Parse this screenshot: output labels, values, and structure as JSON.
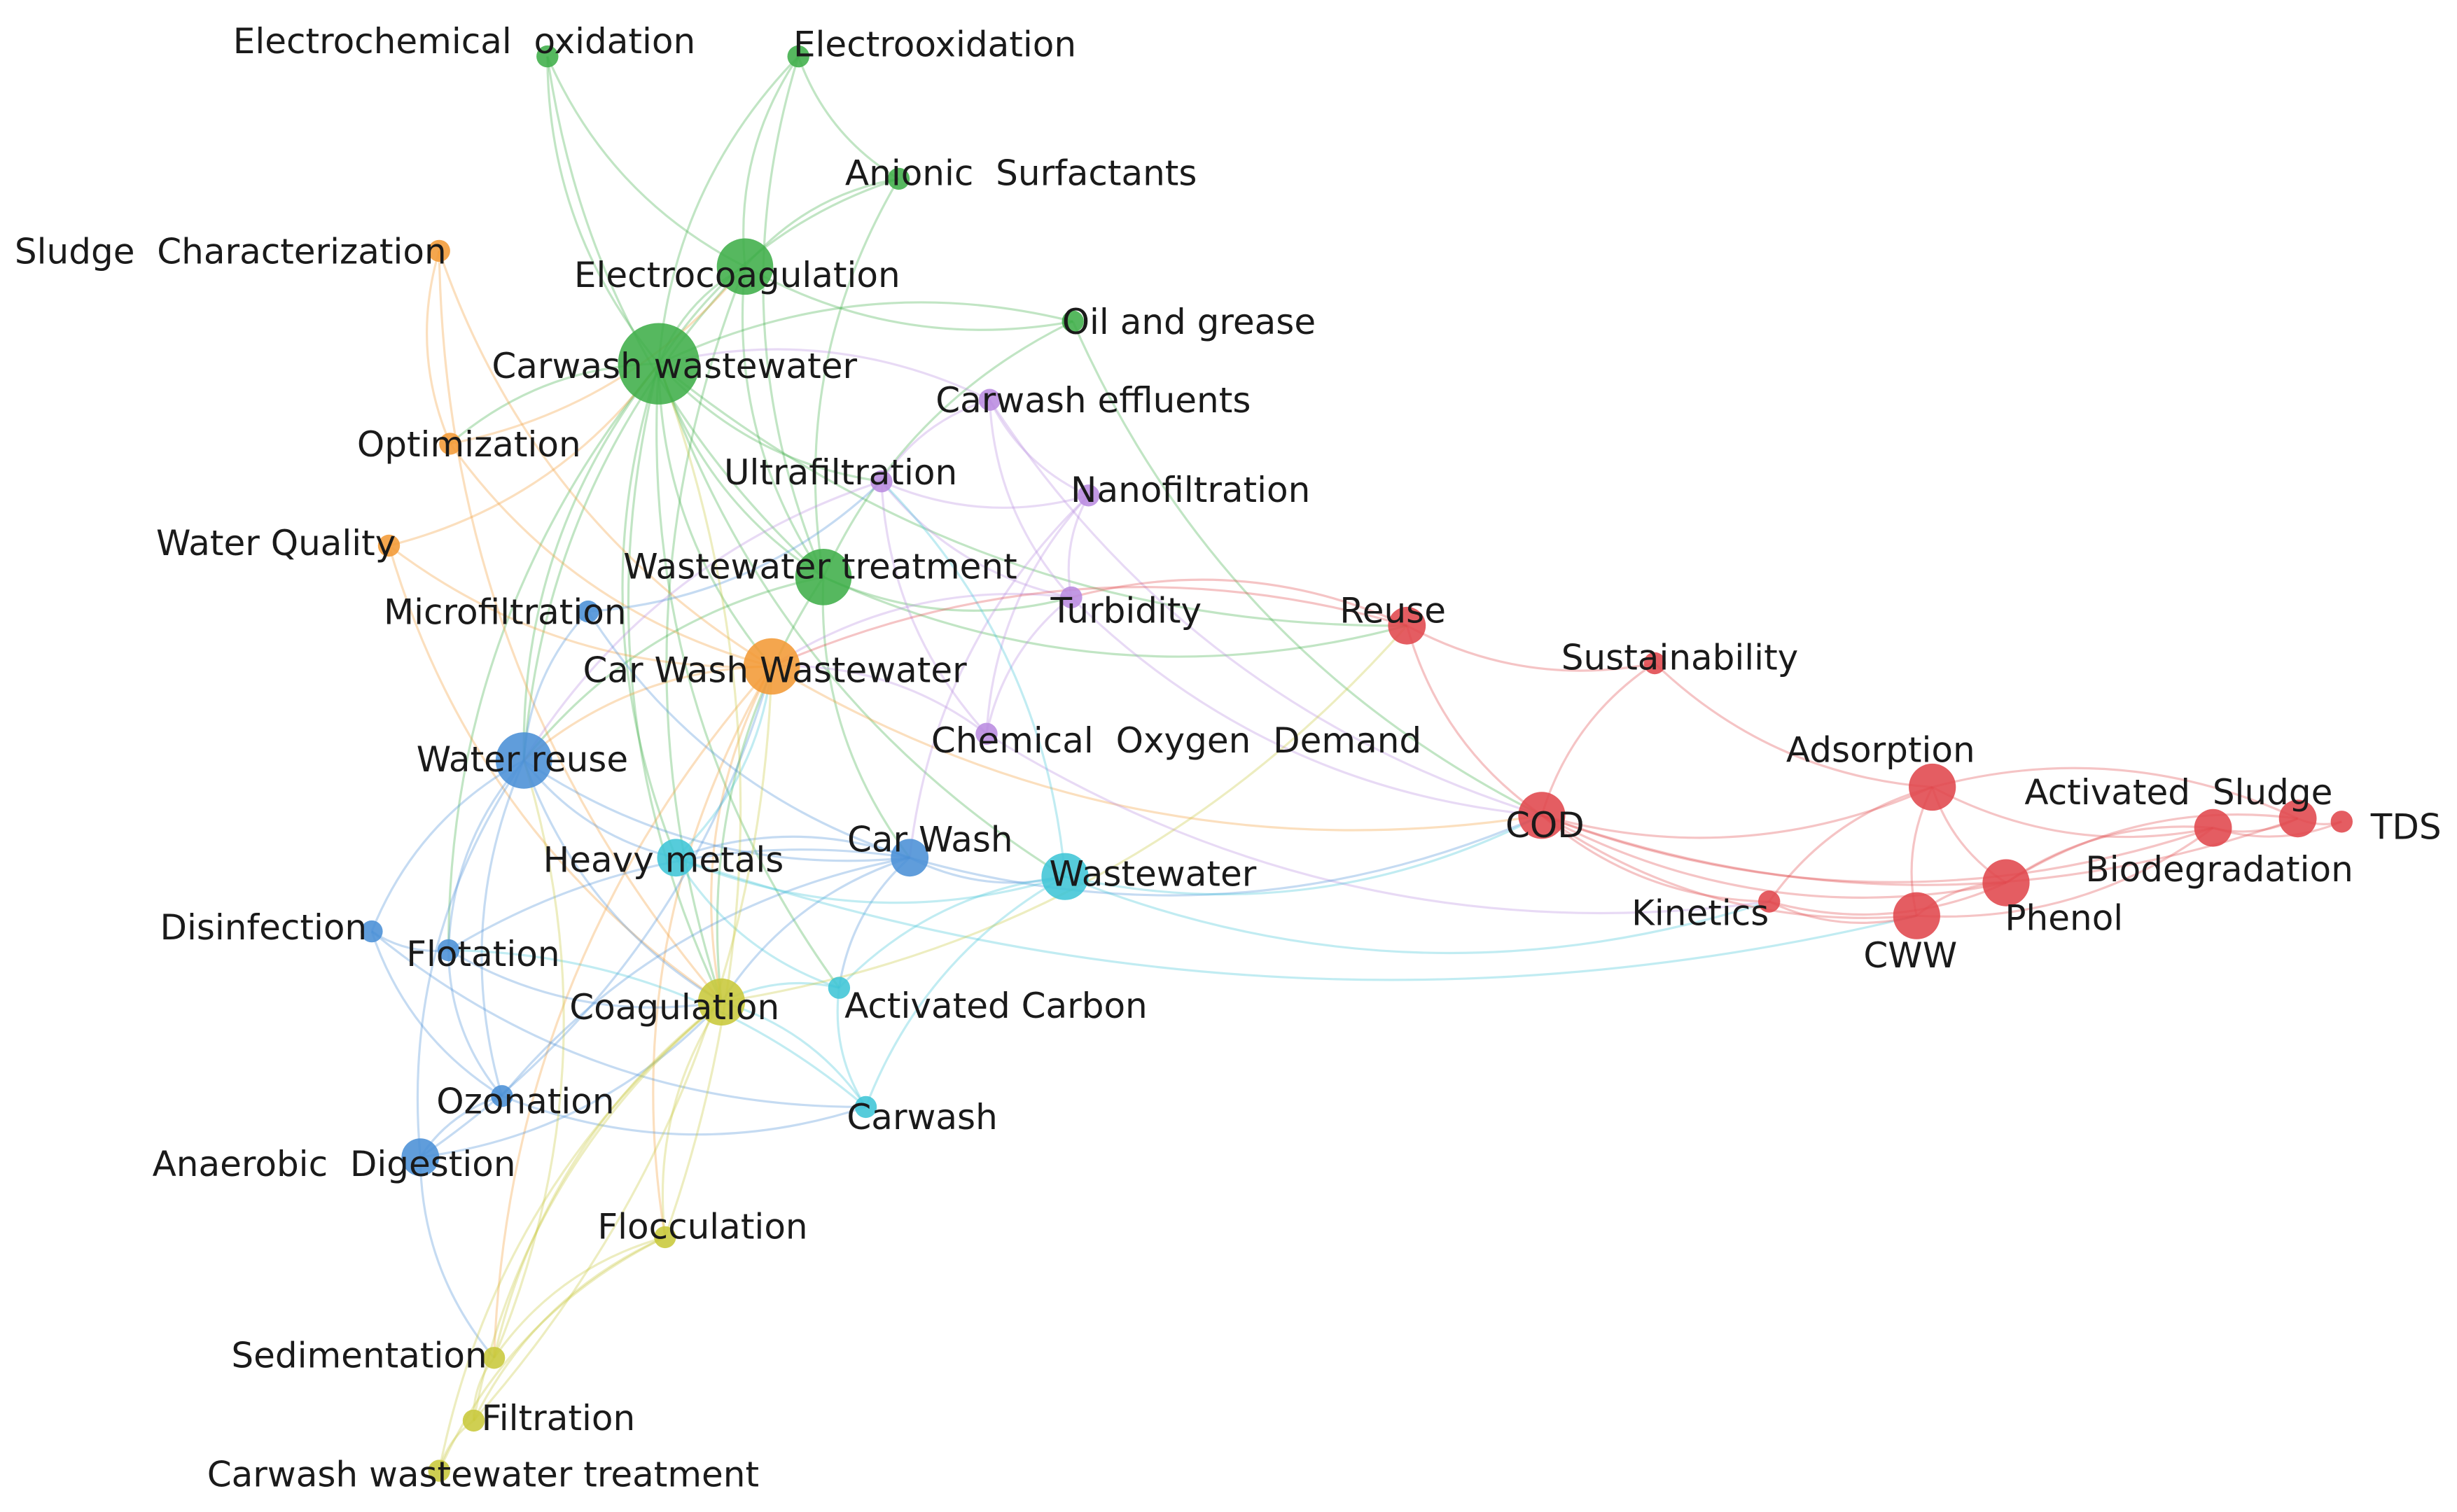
{
  "clusters": [
    {
      "id": "green",
      "color": "#3fae49"
    },
    {
      "id": "orange",
      "color": "#f39a36"
    },
    {
      "id": "purple",
      "color": "#b98be0"
    },
    {
      "id": "blue",
      "color": "#4a90d6"
    },
    {
      "id": "cyan",
      "color": "#3fc5d6"
    },
    {
      "id": "yellow",
      "color": "#c8c83a"
    },
    {
      "id": "red",
      "color": "#e0474c"
    }
  ],
  "nodes": [
    {
      "id": "electrochemical_oxidation",
      "label": "Electrochemical  oxidation",
      "cluster": "green",
      "weight": 1
    },
    {
      "id": "electrooxidation",
      "label": "Electrooxidation",
      "cluster": "green",
      "weight": 1
    },
    {
      "id": "anionic_surfactants",
      "label": "Anionic  Surfactants",
      "cluster": "green",
      "weight": 1
    },
    {
      "id": "electrocoagulation",
      "label": "Electrocoagulation",
      "cluster": "green",
      "weight": 4
    },
    {
      "id": "oil_and_grease",
      "label": "Oil and grease",
      "cluster": "green",
      "weight": 1
    },
    {
      "id": "carwash_wastewater",
      "label": "Carwash wastewater",
      "cluster": "green",
      "weight": 6
    },
    {
      "id": "wastewater_treatment",
      "label": "Wastewater treatment",
      "cluster": "green",
      "weight": 4
    },
    {
      "id": "sludge_characterization",
      "label": "Sludge  Characterization",
      "cluster": "orange",
      "weight": 1
    },
    {
      "id": "optimization",
      "label": "Optimization",
      "cluster": "orange",
      "weight": 1
    },
    {
      "id": "water_quality",
      "label": "Water Quality",
      "cluster": "orange",
      "weight": 1
    },
    {
      "id": "car_wash_wastewater_caps",
      "label": "Car Wash Wastewater",
      "cluster": "orange",
      "weight": 4
    },
    {
      "id": "carwash_effluents",
      "label": "Carwash effluents",
      "cluster": "purple",
      "weight": 1
    },
    {
      "id": "ultrafiltration",
      "label": "Ultrafiltration",
      "cluster": "purple",
      "weight": 1
    },
    {
      "id": "nanofiltration",
      "label": "Nanofiltration",
      "cluster": "purple",
      "weight": 1
    },
    {
      "id": "turbidity",
      "label": "Turbidity",
      "cluster": "purple",
      "weight": 1
    },
    {
      "id": "chemical_oxygen_demand",
      "label": "Chemical  Oxygen  Demand",
      "cluster": "purple",
      "weight": 1
    },
    {
      "id": "microfiltration",
      "label": "Microfiltration",
      "cluster": "blue",
      "weight": 1
    },
    {
      "id": "water_reuse",
      "label": "Water reuse",
      "cluster": "blue",
      "weight": 4
    },
    {
      "id": "car_wash",
      "label": "Car Wash",
      "cluster": "blue",
      "weight": 2
    },
    {
      "id": "disinfection",
      "label": "Disinfection",
      "cluster": "blue",
      "weight": 1
    },
    {
      "id": "flotation",
      "label": "Flotation",
      "cluster": "blue",
      "weight": 1
    },
    {
      "id": "ozonation",
      "label": "Ozonation",
      "cluster": "blue",
      "weight": 1
    },
    {
      "id": "anaerobic_digestion",
      "label": "Anaerobic  Digestion",
      "cluster": "blue",
      "weight": 2
    },
    {
      "id": "heavy_metals",
      "label": "Heavy metals",
      "cluster": "cyan",
      "weight": 2
    },
    {
      "id": "wastewater",
      "label": "Wastewater",
      "cluster": "cyan",
      "weight": 3
    },
    {
      "id": "activated_carbon",
      "label": "Activated Carbon",
      "cluster": "cyan",
      "weight": 1
    },
    {
      "id": "carwash",
      "label": "Carwash",
      "cluster": "cyan",
      "weight": 1
    },
    {
      "id": "coagulation",
      "label": "Coagulation",
      "cluster": "yellow",
      "weight": 3
    },
    {
      "id": "flocculation",
      "label": "Flocculation",
      "cluster": "yellow",
      "weight": 1
    },
    {
      "id": "sedimentation",
      "label": "Sedimentation",
      "cluster": "yellow",
      "weight": 1
    },
    {
      "id": "filtration",
      "label": "Filtration",
      "cluster": "yellow",
      "weight": 1
    },
    {
      "id": "carwash_wastewater_treatment",
      "label": "Carwash wastewater treatment",
      "cluster": "yellow",
      "weight": 1
    },
    {
      "id": "reuse",
      "label": "Reuse",
      "cluster": "red",
      "weight": 2
    },
    {
      "id": "sustainability",
      "label": "Sustainability",
      "cluster": "red",
      "weight": 1
    },
    {
      "id": "cod",
      "label": "COD",
      "cluster": "red",
      "weight": 3
    },
    {
      "id": "adsorption",
      "label": "Adsorption",
      "cluster": "red",
      "weight": 3
    },
    {
      "id": "activated_sludge",
      "label": "Activated  Sludge",
      "cluster": "red",
      "weight": 2
    },
    {
      "id": "tds",
      "label": "TDS",
      "cluster": "red",
      "weight": 1
    },
    {
      "id": "biodegradation",
      "label": "Biodegradation",
      "cluster": "red",
      "weight": 2
    },
    {
      "id": "kinetics",
      "label": "Kinetics",
      "cluster": "red",
      "weight": 1
    },
    {
      "id": "phenol",
      "label": "Phenol",
      "cluster": "red",
      "weight": 3
    },
    {
      "id": "cww",
      "label": "CWW",
      "cluster": "red",
      "weight": 3
    }
  ],
  "edges": [
    [
      "electrochemical_oxidation",
      "carwash_wastewater"
    ],
    [
      "electrochemical_oxidation",
      "electrocoagulation"
    ],
    [
      "electrochemical_oxidation",
      "wastewater_treatment"
    ],
    [
      "electrooxidation",
      "electrocoagulation"
    ],
    [
      "electrooxidation",
      "carwash_wastewater"
    ],
    [
      "electrooxidation",
      "anionic_surfactants"
    ],
    [
      "electrooxidation",
      "wastewater_treatment"
    ],
    [
      "anionic_surfactants",
      "electrocoagulation"
    ],
    [
      "anionic_surfactants",
      "carwash_wastewater"
    ],
    [
      "anionic_surfactants",
      "wastewater_treatment"
    ],
    [
      "electrocoagulation",
      "carwash_wastewater"
    ],
    [
      "electrocoagulation",
      "wastewater_treatment"
    ],
    [
      "electrocoagulation",
      "oil_and_grease"
    ],
    [
      "electrocoagulation",
      "water_reuse"
    ],
    [
      "electrocoagulation",
      "coagulation"
    ],
    [
      "oil_and_grease",
      "carwash_wastewater"
    ],
    [
      "oil_and_grease",
      "cod"
    ],
    [
      "oil_and_grease",
      "wastewater_treatment"
    ],
    [
      "carwash_wastewater",
      "wastewater_treatment"
    ],
    [
      "carwash_wastewater",
      "water_reuse"
    ],
    [
      "carwash_wastewater",
      "car_wash_wastewater_caps"
    ],
    [
      "carwash_wastewater",
      "ultrafiltration"
    ],
    [
      "carwash_wastewater",
      "coagulation"
    ],
    [
      "carwash_wastewater",
      "optimization"
    ],
    [
      "carwash_wastewater",
      "heavy_metals"
    ],
    [
      "carwash_wastewater",
      "wastewater"
    ],
    [
      "carwash_wastewater",
      "flotation"
    ],
    [
      "carwash_wastewater",
      "reuse"
    ],
    [
      "carwash_wastewater",
      "activated_carbon"
    ],
    [
      "wastewater_treatment",
      "car_wash"
    ],
    [
      "wastewater_treatment",
      "water_reuse"
    ],
    [
      "wastewater_treatment",
      "coagulation"
    ],
    [
      "wastewater_treatment",
      "reuse"
    ],
    [
      "wastewater_treatment",
      "turbidity"
    ],
    [
      "sludge_characterization",
      "car_wash_wastewater_caps"
    ],
    [
      "sludge_characterization",
      "optimization"
    ],
    [
      "sludge_characterization",
      "coagulation"
    ],
    [
      "optimization",
      "car_wash_wastewater_caps"
    ],
    [
      "optimization",
      "electrocoagulation"
    ],
    [
      "water_quality",
      "car_wash_wastewater_caps"
    ],
    [
      "water_quality",
      "carwash_wastewater"
    ],
    [
      "water_quality",
      "coagulation"
    ],
    [
      "car_wash_wastewater_caps",
      "coagulation"
    ],
    [
      "car_wash_wastewater_caps",
      "water_reuse"
    ],
    [
      "car_wash_wastewater_caps",
      "flocculation"
    ],
    [
      "car_wash_wastewater_caps",
      "cod"
    ],
    [
      "car_wash_wastewater_caps",
      "sedimentation"
    ],
    [
      "carwash_effluents",
      "ultrafiltration"
    ],
    [
      "carwash_effluents",
      "nanofiltration"
    ],
    [
      "carwash_effluents",
      "turbidity"
    ],
    [
      "carwash_effluents",
      "cod"
    ],
    [
      "carwash_effluents",
      "carwash_wastewater"
    ],
    [
      "ultrafiltration",
      "nanofiltration"
    ],
    [
      "ultrafiltration",
      "turbidity"
    ],
    [
      "ultrafiltration",
      "chemical_oxygen_demand"
    ],
    [
      "ultrafiltration",
      "water_reuse"
    ],
    [
      "nanofiltration",
      "turbidity"
    ],
    [
      "nanofiltration",
      "chemical_oxygen_demand"
    ],
    [
      "nanofiltration",
      "car_wash"
    ],
    [
      "turbidity",
      "chemical_oxygen_demand"
    ],
    [
      "turbidity",
      "cod"
    ],
    [
      "turbidity",
      "car_wash_wastewater_caps"
    ],
    [
      "chemical_oxygen_demand",
      "car_wash_wastewater_caps"
    ],
    [
      "chemical_oxygen_demand",
      "kinetics"
    ],
    [
      "microfiltration",
      "water_reuse"
    ],
    [
      "microfiltration",
      "car_wash"
    ],
    [
      "microfiltration",
      "ultrafiltration"
    ],
    [
      "water_reuse",
      "car_wash"
    ],
    [
      "water_reuse",
      "disinfection"
    ],
    [
      "water_reuse",
      "flotation"
    ],
    [
      "water_reuse",
      "heavy_metals"
    ],
    [
      "water_reuse",
      "ozonation"
    ],
    [
      "water_reuse",
      "anaerobic_digestion"
    ],
    [
      "water_reuse",
      "coagulation"
    ],
    [
      "car_wash",
      "wastewater"
    ],
    [
      "car_wash",
      "heavy_metals"
    ],
    [
      "car_wash",
      "cod"
    ],
    [
      "car_wash",
      "coagulation"
    ],
    [
      "car_wash",
      "flotation"
    ],
    [
      "car_wash",
      "ozonation"
    ],
    [
      "car_wash",
      "activated_carbon"
    ],
    [
      "disinfection",
      "flotation"
    ],
    [
      "disinfection",
      "carwash"
    ],
    [
      "disinfection",
      "ozonation"
    ],
    [
      "flotation",
      "coagulation"
    ],
    [
      "flotation",
      "ozonation"
    ],
    [
      "ozonation",
      "anaerobic_digestion"
    ],
    [
      "ozonation",
      "carwash"
    ],
    [
      "anaerobic_digestion",
      "coagulation"
    ],
    [
      "anaerobic_digestion",
      "sedimentation"
    ],
    [
      "anaerobic_digestion",
      "car_wash_wastewater_caps"
    ],
    [
      "heavy_metals",
      "wastewater"
    ],
    [
      "heavy_metals",
      "activated_carbon"
    ],
    [
      "heavy_metals",
      "cww"
    ],
    [
      "heavy_metals",
      "car_wash_wastewater_caps"
    ],
    [
      "wastewater",
      "activated_carbon"
    ],
    [
      "wastewater",
      "carwash"
    ],
    [
      "wastewater",
      "cod"
    ],
    [
      "wastewater",
      "kinetics"
    ],
    [
      "wastewater",
      "ultrafiltration"
    ],
    [
      "activated_carbon",
      "carwash"
    ],
    [
      "activated_carbon",
      "coagulation"
    ],
    [
      "carwash",
      "coagulation"
    ],
    [
      "carwash",
      "flotation"
    ],
    [
      "coagulation",
      "flocculation"
    ],
    [
      "coagulation",
      "sedimentation"
    ],
    [
      "coagulation",
      "filtration"
    ],
    [
      "coagulation",
      "carwash_wastewater_treatment"
    ],
    [
      "coagulation",
      "reuse"
    ],
    [
      "flocculation",
      "sedimentation"
    ],
    [
      "flocculation",
      "filtration"
    ],
    [
      "flocculation",
      "carwash_wastewater_treatment"
    ],
    [
      "flocculation",
      "carwash_wastewater"
    ],
    [
      "sedimentation",
      "filtration"
    ],
    [
      "sedimentation",
      "water_reuse"
    ],
    [
      "filtration",
      "carwash_wastewater_treatment"
    ],
    [
      "filtration",
      "car_wash_wastewater_caps"
    ],
    [
      "reuse",
      "cod"
    ],
    [
      "reuse",
      "sustainability"
    ],
    [
      "reuse",
      "car_wash_wastewater_caps"
    ],
    [
      "reuse",
      "turbidity"
    ],
    [
      "sustainability",
      "cod"
    ],
    [
      "sustainability",
      "adsorption"
    ],
    [
      "cod",
      "adsorption"
    ],
    [
      "cod",
      "phenol"
    ],
    [
      "cod",
      "cww"
    ],
    [
      "cod",
      "kinetics"
    ],
    [
      "cod",
      "activated_sludge"
    ],
    [
      "cod",
      "biodegradation"
    ],
    [
      "adsorption",
      "phenol"
    ],
    [
      "adsorption",
      "cww"
    ],
    [
      "adsorption",
      "activated_sludge"
    ],
    [
      "adsorption",
      "kinetics"
    ],
    [
      "activated_sludge",
      "biodegradation"
    ],
    [
      "activated_sludge",
      "tds"
    ],
    [
      "activated_sludge",
      "phenol"
    ],
    [
      "biodegradation",
      "tds"
    ],
    [
      "biodegradation",
      "phenol"
    ],
    [
      "biodegradation",
      "adsorption"
    ],
    [
      "kinetics",
      "cww"
    ],
    [
      "kinetics",
      "phenol"
    ],
    [
      "phenol",
      "cww"
    ],
    [
      "cww",
      "activated_sludge"
    ]
  ]
}
